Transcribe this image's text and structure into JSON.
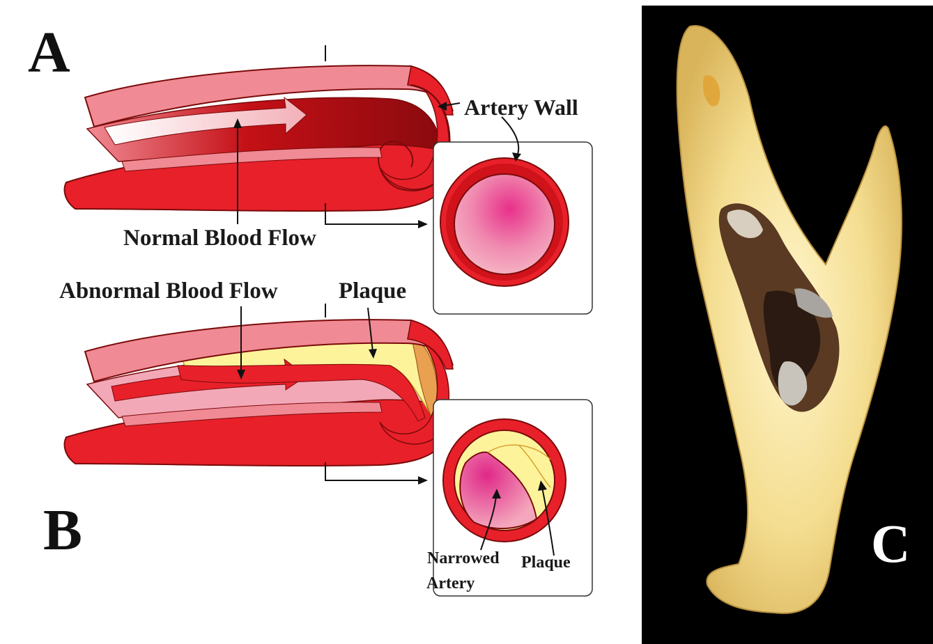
{
  "panels": {
    "a": {
      "letter": "A"
    },
    "b": {
      "letter": "B"
    },
    "c": {
      "letter": "C"
    }
  },
  "labels": {
    "artery_wall": "Artery Wall",
    "normal_blood_flow": "Normal Blood Flow",
    "abnormal_blood_flow": "Abnormal Blood Flow",
    "plaque_top": "Plaque",
    "narrowed": "Narrowed",
    "artery": "Artery",
    "plaque_bottom": "Plaque"
  },
  "colors": {
    "artery_red": "#e8202a",
    "artery_pink": "#f08a94",
    "lumen_pink": "#f3a8b8",
    "lumen_magenta": "#e8408c",
    "plaque_yellow": "#fdf39a",
    "photo_background": "#000000",
    "specimen_yellow": "#f5e39a"
  }
}
